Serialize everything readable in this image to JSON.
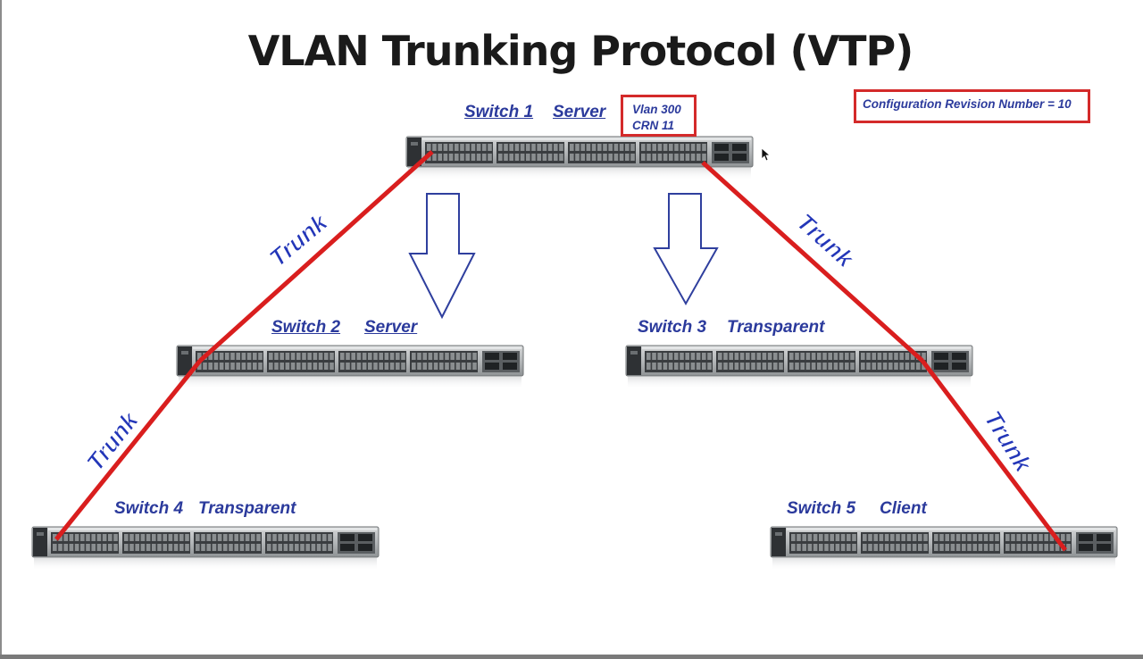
{
  "title": "VLAN Trunking Protocol (VTP)",
  "config_note": "Configuration Revision Number = 10",
  "vlan_box": {
    "line1": "Vlan 300",
    "line2": "CRN 11"
  },
  "switches": [
    {
      "name": "Switch 1",
      "mode": "Server"
    },
    {
      "name": "Switch 2",
      "mode": "Server"
    },
    {
      "name": "Switch 3",
      "mode": "Transparent"
    },
    {
      "name": "Switch 4",
      "mode": "Transparent"
    },
    {
      "name": "Switch 5",
      "mode": "Client"
    }
  ],
  "links": [
    {
      "from": "Switch 1",
      "to": "Switch 2",
      "label": "Trunk"
    },
    {
      "from": "Switch 2",
      "to": "Switch 4",
      "label": "Trunk"
    },
    {
      "from": "Switch 1",
      "to": "Switch 3",
      "label": "Trunk"
    },
    {
      "from": "Switch 3",
      "to": "Switch 5",
      "label": "Trunk"
    }
  ],
  "colors": {
    "label_blue": "#2b3a9c",
    "trunk_red": "#d91e1e",
    "box_red": "#d42a2a",
    "switch_body": "#b9bcbd",
    "port_dark": "#3a3d40",
    "arrow_stroke": "#2f3f9e"
  }
}
